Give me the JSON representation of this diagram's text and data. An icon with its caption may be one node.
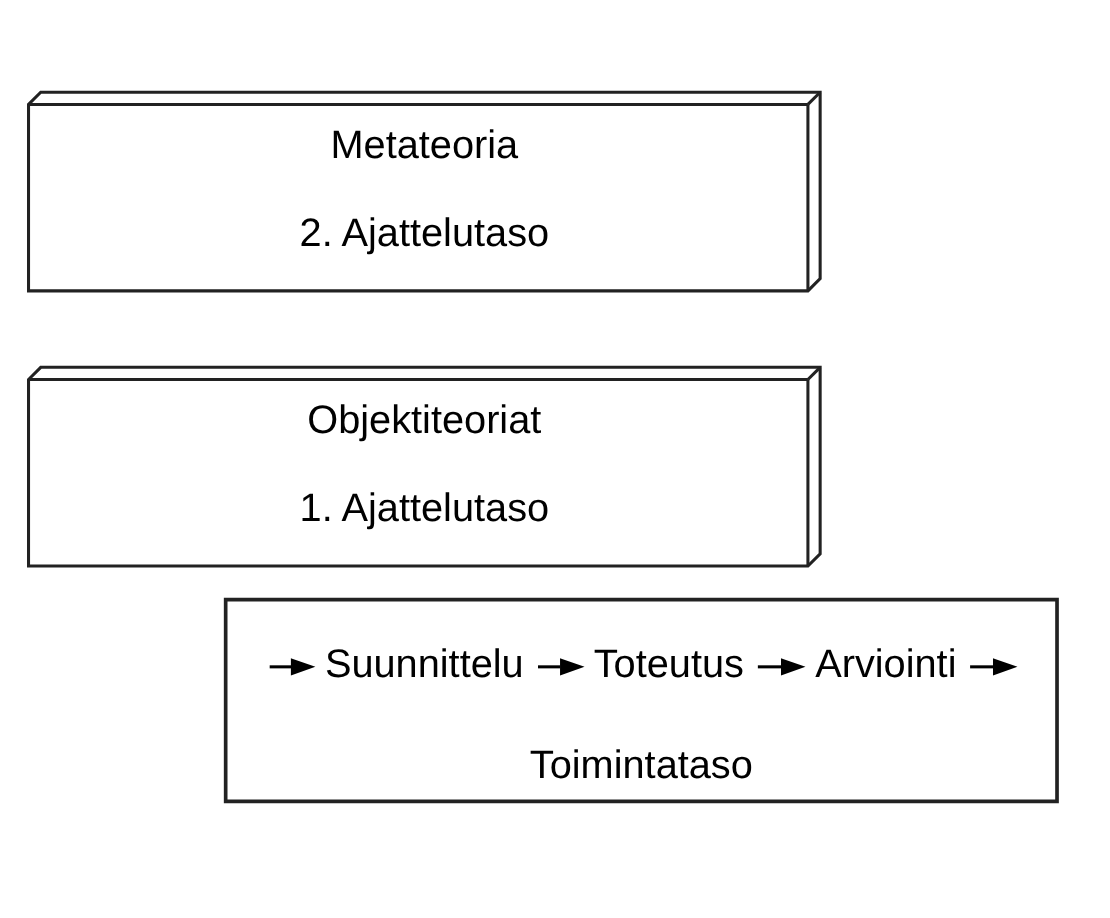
{
  "diagram": {
    "nodes": [
      {
        "text": [
          "Metateoria",
          "2. Ajattelutaso"
        ]
      },
      {
        "text": [
          "Objektiteoriat",
          "1. Ajattelutaso"
        ]
      },
      {
        "text": [
          "Toimintataso"
        ]
      },
      {
        "text": [
          "Suunnittelu"
        ],
        "in": 2
      },
      {
        "text": [
          "Toteutus"
        ],
        "in": 2
      },
      {
        "text": [
          "Arviointi"
        ],
        "in": 2
      }
    ],
    "edges": [
      {
        "from": null,
        "to": 3,
        "arrow": "to"
      },
      {
        "from": 3,
        "to": 4,
        "arrow": "to"
      },
      {
        "from": 4,
        "to": 5,
        "arrow": "to"
      },
      {
        "from": 5,
        "to": null,
        "arrow": "to"
      }
    ]
  }
}
